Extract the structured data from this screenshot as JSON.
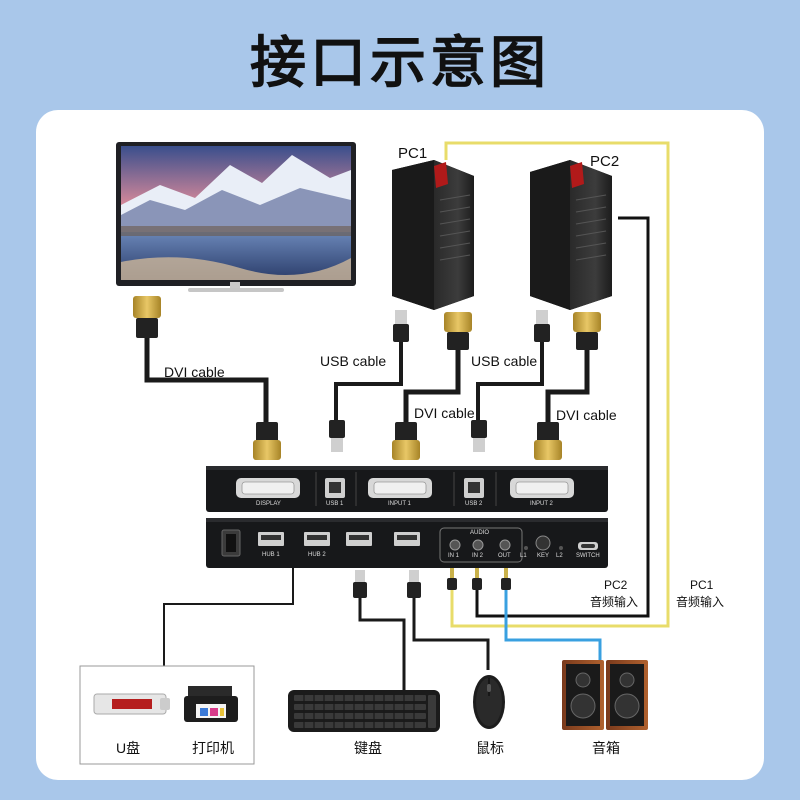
{
  "title": "接口示意图",
  "devices": {
    "pc1_label": "PC1",
    "pc2_label": "PC2",
    "keyboard_label": "键盘",
    "mouse_label": "鼠标",
    "speaker_label": "音箱",
    "udisk_label": "U盘",
    "printer_label": "打印机"
  },
  "cables": {
    "dvi_cable_left": "DVI cable",
    "usb_cable_1": "USB cable",
    "dvi_cable_1": "DVI cable",
    "usb_cable_2": "USB cable",
    "dvi_cable_2": "DVI cable"
  },
  "audio_inputs": {
    "pc2_top": "PC2",
    "pc2_bottom": "音频输入",
    "pc1_top": "PC1",
    "pc1_bottom": "音频输入"
  },
  "switch_back_panel": {
    "display": "DISPLAY",
    "usb1": "USB 1",
    "input1": "INPUT 1",
    "usb2": "USB 2",
    "input2": "INPUT 2"
  },
  "switch_front_panel": {
    "hub1": "HUB 1",
    "hub2": "HUB 2",
    "audio": "AUDIO",
    "in1": "IN 1",
    "in2": "IN 2",
    "out": "OUT",
    "l1": "L1",
    "key": "KEY",
    "l2": "L2",
    "switch": "SWITCH"
  },
  "colors": {
    "background": "#a9c7ea",
    "pc1_audio_wire": "#e8dc6a",
    "pc2_audio_wire": "#111111",
    "speaker_audio_wire": "#39a0e0",
    "cable": "#1a1a1a",
    "dvi_connector": "#caa53d"
  }
}
